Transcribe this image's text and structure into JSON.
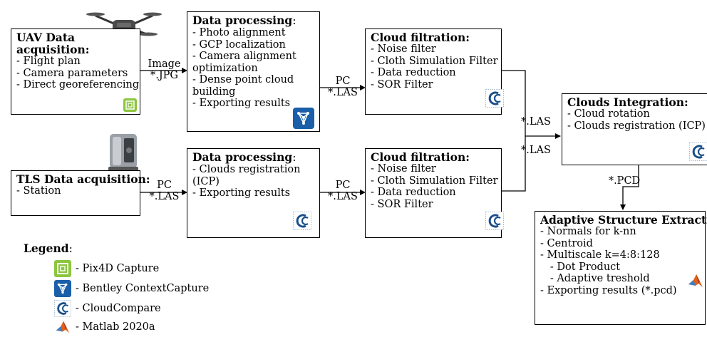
{
  "boxes": {
    "uav": {
      "title": "UAV Data acquisition:",
      "items": [
        "- Flight plan",
        "- Camera parameters",
        "- Direct georeferencing"
      ]
    },
    "processing_uav": {
      "title": "Data processing",
      "title_suffix": ":",
      "items": [
        "- Photo alignment",
        "- GCP localization",
        "- Camera alignment optimization",
        "- Dense point cloud building",
        "- Exporting results"
      ]
    },
    "filtration_uav": {
      "title": "Cloud filtration:",
      "items": [
        "- Noise filter",
        "- Cloth Simulation Filter",
        "- Data reduction",
        "- SOR Filter"
      ]
    },
    "integration": {
      "title": "Clouds Integration:",
      "items": [
        "- Cloud rotation",
        "- Clouds registration (ICP)"
      ]
    },
    "tls": {
      "title": "TLS Data acquisition:",
      "items": [
        "- Station"
      ]
    },
    "processing_tls": {
      "title": "Data processing",
      "title_suffix": ":",
      "items": [
        "- Clouds registration (ICP)",
        "- Exporting results"
      ]
    },
    "filtration_tls": {
      "title": "Cloud filtration:",
      "items": [
        "- Noise filter",
        "- Cloth Simulation Filter",
        "- Data reduction",
        "- SOR Filter"
      ]
    },
    "extraction": {
      "title": "Adaptive Structure Extraction:",
      "items": [
        "- Normals for k-nn",
        "- Centroid",
        "- Multiscale k=4:8:128",
        "   - Dot Product",
        "   - Adaptive treshold",
        "- Exporting results (*.pcd)"
      ]
    }
  },
  "edge_labels": {
    "uav_to_proc": [
      "Image",
      "*.JPG"
    ],
    "proc_to_filt_uav": [
      "PC",
      "*.LAS"
    ],
    "tls_to_proc": [
      "PC",
      "*.LAS"
    ],
    "proc_to_filt_tls": [
      "PC",
      "*.LAS"
    ],
    "filt_uav_to_int": "*.LAS",
    "filt_tls_to_int": "*.LAS",
    "int_to_extract": "*.PCD"
  },
  "legend": {
    "title": "Legend",
    "title_suffix": ":",
    "items": [
      {
        "icon": "pix4d-capture-icon",
        "label": "- Pix4D Capture"
      },
      {
        "icon": "bentley-contextcapture-icon",
        "label": "- Bentley ContextCapture"
      },
      {
        "icon": "cloudcompare-icon",
        "label": "- CloudCompare"
      },
      {
        "icon": "matlab-icon",
        "label": "- Matlab 2020a"
      }
    ]
  },
  "colors": {
    "pix4d": "#8cc63f",
    "bentley": "#1b5fa8",
    "cloudcompare": "#1a4f8a",
    "matlab": "#e0621a"
  }
}
